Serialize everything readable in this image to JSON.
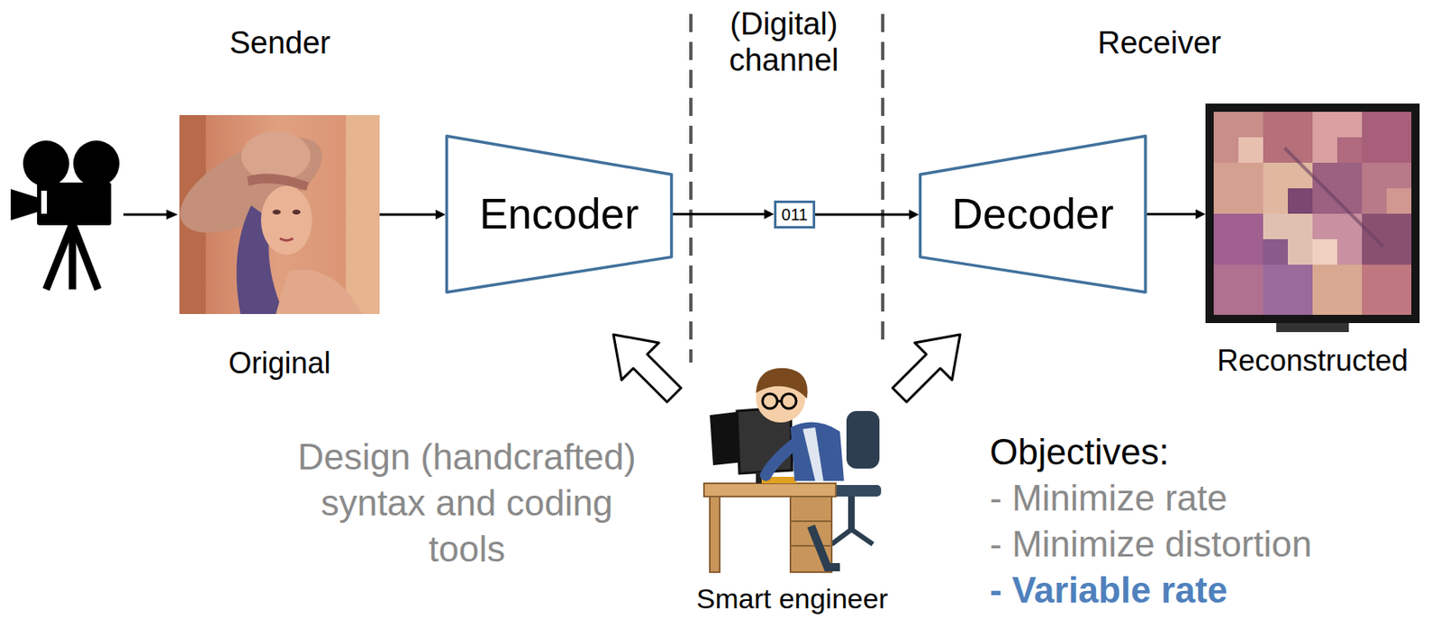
{
  "diagram": {
    "nodes": [
      {
        "text": [
          "Original"
        ]
      },
      {
        "text": [
          "Encoder"
        ]
      },
      {
        "text": [
          "011"
        ]
      },
      {
        "text": [
          "Decoder"
        ]
      },
      {
        "text": [
          "Reconstructed"
        ]
      }
    ],
    "edges": [
      {
        "from": 0,
        "to": 1,
        "arrow": "to"
      },
      {
        "from": 1,
        "to": 2,
        "arrow": "to"
      },
      {
        "from": 2,
        "to": 3,
        "arrow": "to"
      },
      {
        "from": 3,
        "to": 4,
        "arrow": "to"
      }
    ],
    "labels": [
      "Sender",
      "(Digital) channel",
      "Receiver",
      "Design (handcrafted) syntax and coding tools",
      "Smart engineer",
      "Objectives:",
      "- Minimize rate",
      "- Minimize distortion",
      "- Variable rate"
    ]
  }
}
